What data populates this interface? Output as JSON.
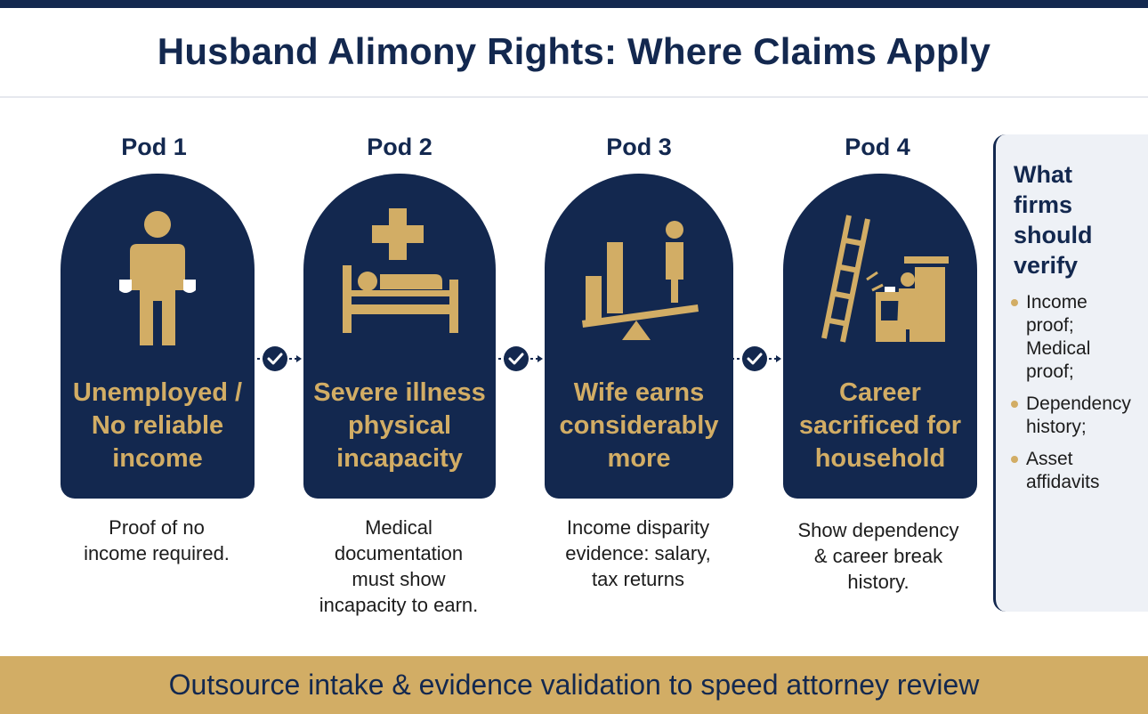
{
  "title": "Husband Alimony Rights: Where Claims Apply",
  "pods": [
    {
      "label": "Pod 1",
      "title": "Unemployed /\nNo reliable\nincome",
      "description": "Proof of no\nincome required.",
      "icon": "empty-pockets-person-icon"
    },
    {
      "label": "Pod 2",
      "title": "Severe illness\nphysical\nincapacity",
      "description": "Medical\ndocumentation\nmust show\nincapacity to earn.",
      "icon": "hospital-bed-icon"
    },
    {
      "label": "Pod 3",
      "title": "Wife earns\nconsiderably\nmore",
      "description": "Income disparity\nevidence: salary,\ntax returns",
      "icon": "income-scale-icon"
    },
    {
      "label": "Pod 4",
      "title": "Career\nsacrificed for\nhousehold",
      "description": "Show dependency\n& career break\nhistory.",
      "icon": "broken-ladder-kitchen-icon"
    }
  ],
  "side_panel": {
    "title": "What\nfirms\nshould\nverify",
    "items": [
      "Income\nproof;\nMedical\nproof;",
      "Dependency\nhistory;",
      "Asset\naffidavits"
    ]
  },
  "footer": "Outsource intake & evidence validation to speed attorney review",
  "colors": {
    "navy": "#13284f",
    "gold": "#d2ad65",
    "panel": "#eef1f6"
  }
}
